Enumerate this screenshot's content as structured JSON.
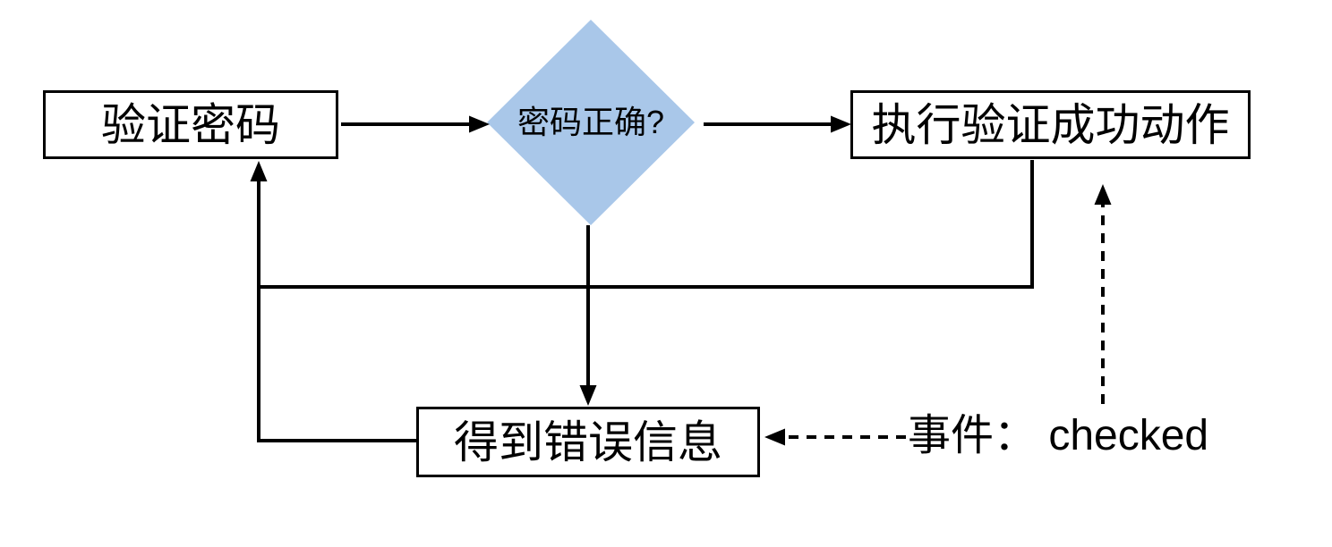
{
  "flowchart": {
    "nodes": {
      "verify": {
        "label": "验证密码",
        "shape": "rect"
      },
      "decision": {
        "label": "密码正确?",
        "shape": "diamond"
      },
      "success": {
        "label": "执行验证成功动作",
        "shape": "rect"
      },
      "error": {
        "label": "得到错误信息",
        "shape": "rect"
      }
    },
    "annotations": {
      "event": {
        "label": "事件： checked"
      }
    },
    "edges": [
      {
        "from": "verify",
        "to": "decision",
        "style": "solid-arrow"
      },
      {
        "from": "decision",
        "to": "success",
        "style": "solid-arrow"
      },
      {
        "from": "decision",
        "to": "error",
        "style": "solid-arrow"
      },
      {
        "from": "success",
        "to": "verify",
        "style": "solid-arrow-elbow"
      },
      {
        "from": "error",
        "to": "verify",
        "style": "solid-arrow-elbow"
      },
      {
        "from": "event",
        "to": "error",
        "style": "dashed-arrow"
      },
      {
        "from": "event",
        "to": "success",
        "style": "dashed-arrow"
      }
    ],
    "colors": {
      "decision_fill": "#a9c7e9",
      "line": "#000000",
      "node_border": "#000000",
      "text": "#000000",
      "background": "#ffffff"
    }
  }
}
